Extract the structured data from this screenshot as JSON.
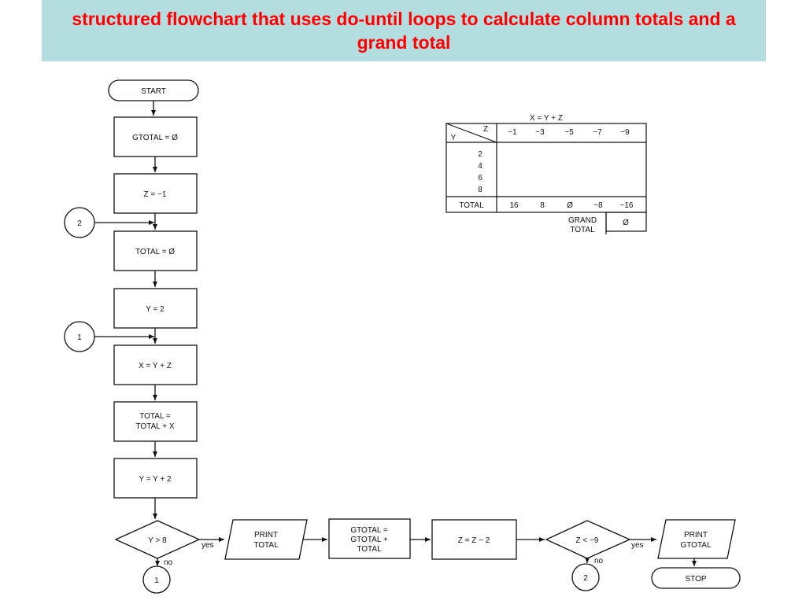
{
  "title": "structured flowchart that uses do-until loops to calculate column totals and a grand total",
  "flowchart": {
    "start": "START",
    "gtotal_init": "GTOTAL = Ø",
    "z_init": "Z = −1",
    "total_init": "TOTAL = Ø",
    "y_init": "Y = 2",
    "x_calc": "X = Y + Z",
    "total_calc": [
      "TOTAL =",
      "TOTAL + X"
    ],
    "y_inc": "Y = Y + 2",
    "decision_y": "Y > 8",
    "decision_y_yes": "yes",
    "decision_y_no": "no",
    "print_total": [
      "PRINT",
      "TOTAL"
    ],
    "gtotal_calc": [
      "GTOTAL =",
      "GTOTAL +",
      "TOTAL"
    ],
    "z_dec": "Z = Z − 2",
    "decision_z": "Z < −9",
    "decision_z_yes": "yes",
    "decision_z_no": "no",
    "print_gtotal": [
      "PRINT",
      "GTOTAL"
    ],
    "stop": "STOP",
    "connector_1": "1",
    "connector_2": "2"
  },
  "table": {
    "caption": "X = Y + Z",
    "corner_z": "Z",
    "corner_y": "Y",
    "z_values": [
      "−1",
      "−3",
      "−5",
      "−7",
      "−9"
    ],
    "y_values": [
      "2",
      "4",
      "6",
      "8"
    ],
    "total_label": "TOTAL",
    "totals": [
      "16",
      "8",
      "Ø",
      "−8",
      "−16"
    ],
    "grand_label": [
      "GRAND",
      "TOTAL"
    ],
    "grand_value": "Ø"
  },
  "colors": {
    "title_text": "#ff0000",
    "title_band": "#b4dde0"
  }
}
